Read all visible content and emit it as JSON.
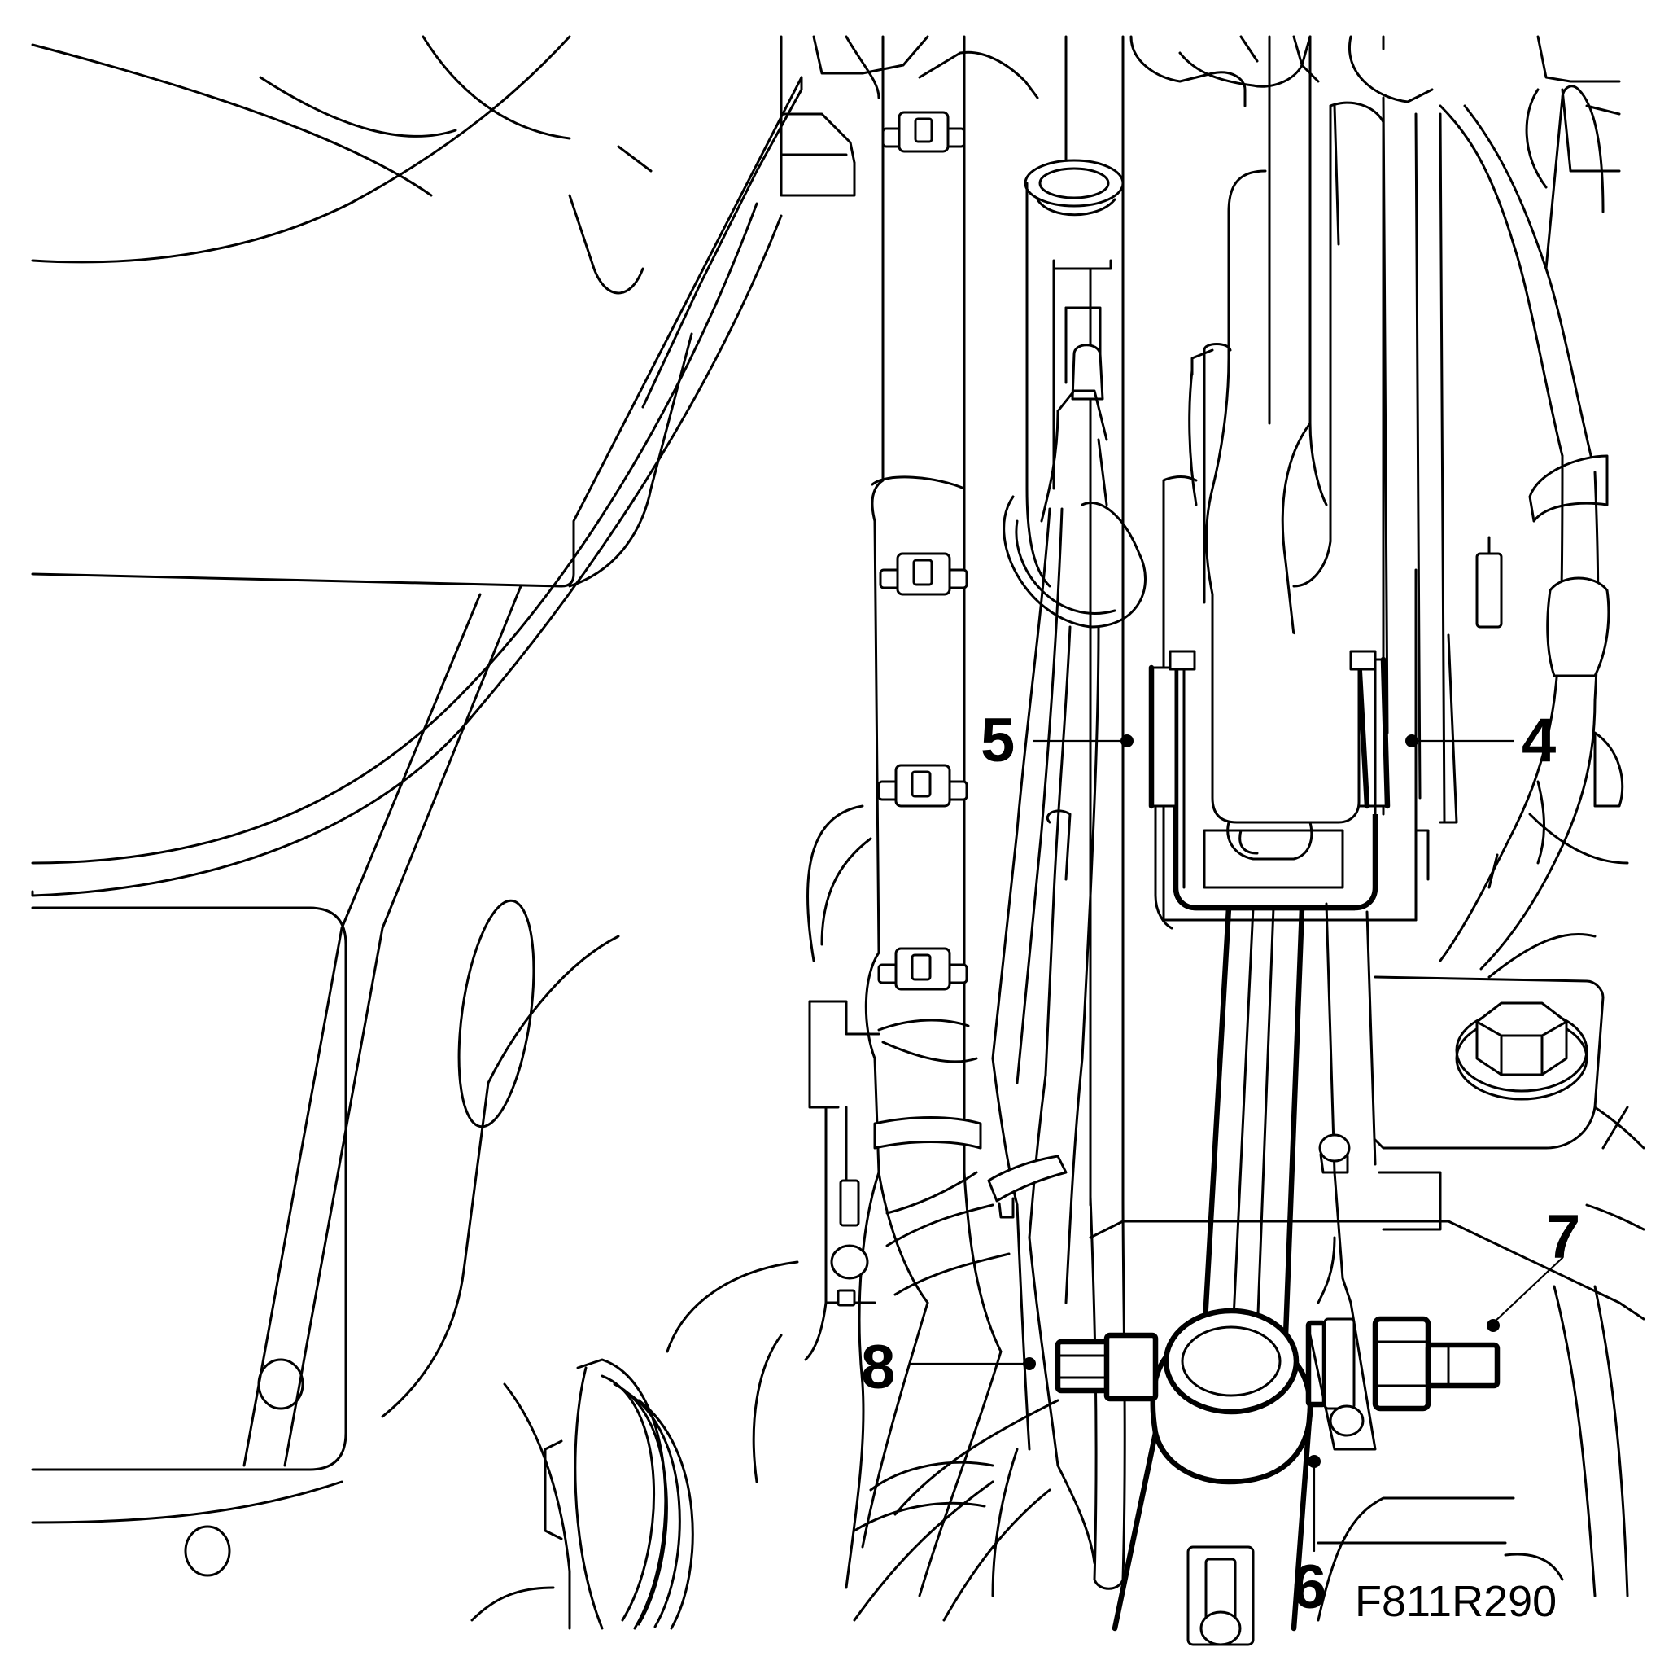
{
  "figure_id": "F811R290",
  "callouts": [
    {
      "id": "callout-4",
      "label": "4"
    },
    {
      "id": "callout-5",
      "label": "5"
    },
    {
      "id": "callout-6",
      "label": "6"
    },
    {
      "id": "callout-7",
      "label": "7"
    },
    {
      "id": "callout-8",
      "label": "8"
    }
  ],
  "colors": {
    "line": "#000000",
    "background": "#ffffff"
  }
}
